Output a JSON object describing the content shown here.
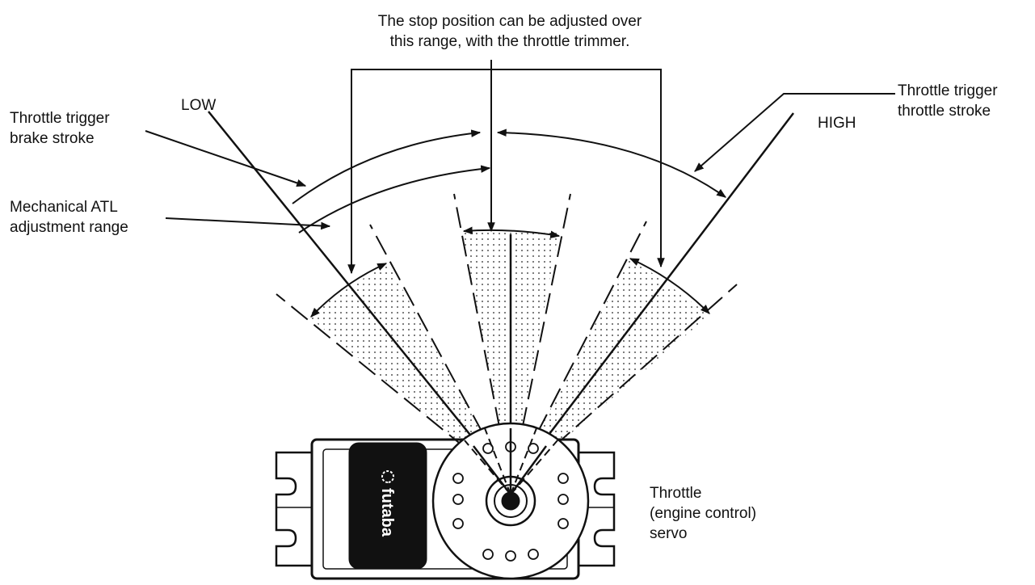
{
  "labels": {
    "stop_position": [
      "The stop position can be adjusted over",
      "this range, with the throttle trimmer."
    ],
    "low": "LOW",
    "high": "HIGH",
    "brake_stroke": [
      "Throttle trigger",
      "brake stroke"
    ],
    "throttle_stroke": [
      "Throttle trigger",
      "throttle stroke"
    ],
    "atl_range": [
      "Mechanical ATL",
      "adjustment range"
    ],
    "servo": [
      "Throttle",
      "(engine control)",
      "servo"
    ]
  },
  "servo_logo": "futaba",
  "colors": {
    "ink": "#111111",
    "background": "#ffffff"
  }
}
